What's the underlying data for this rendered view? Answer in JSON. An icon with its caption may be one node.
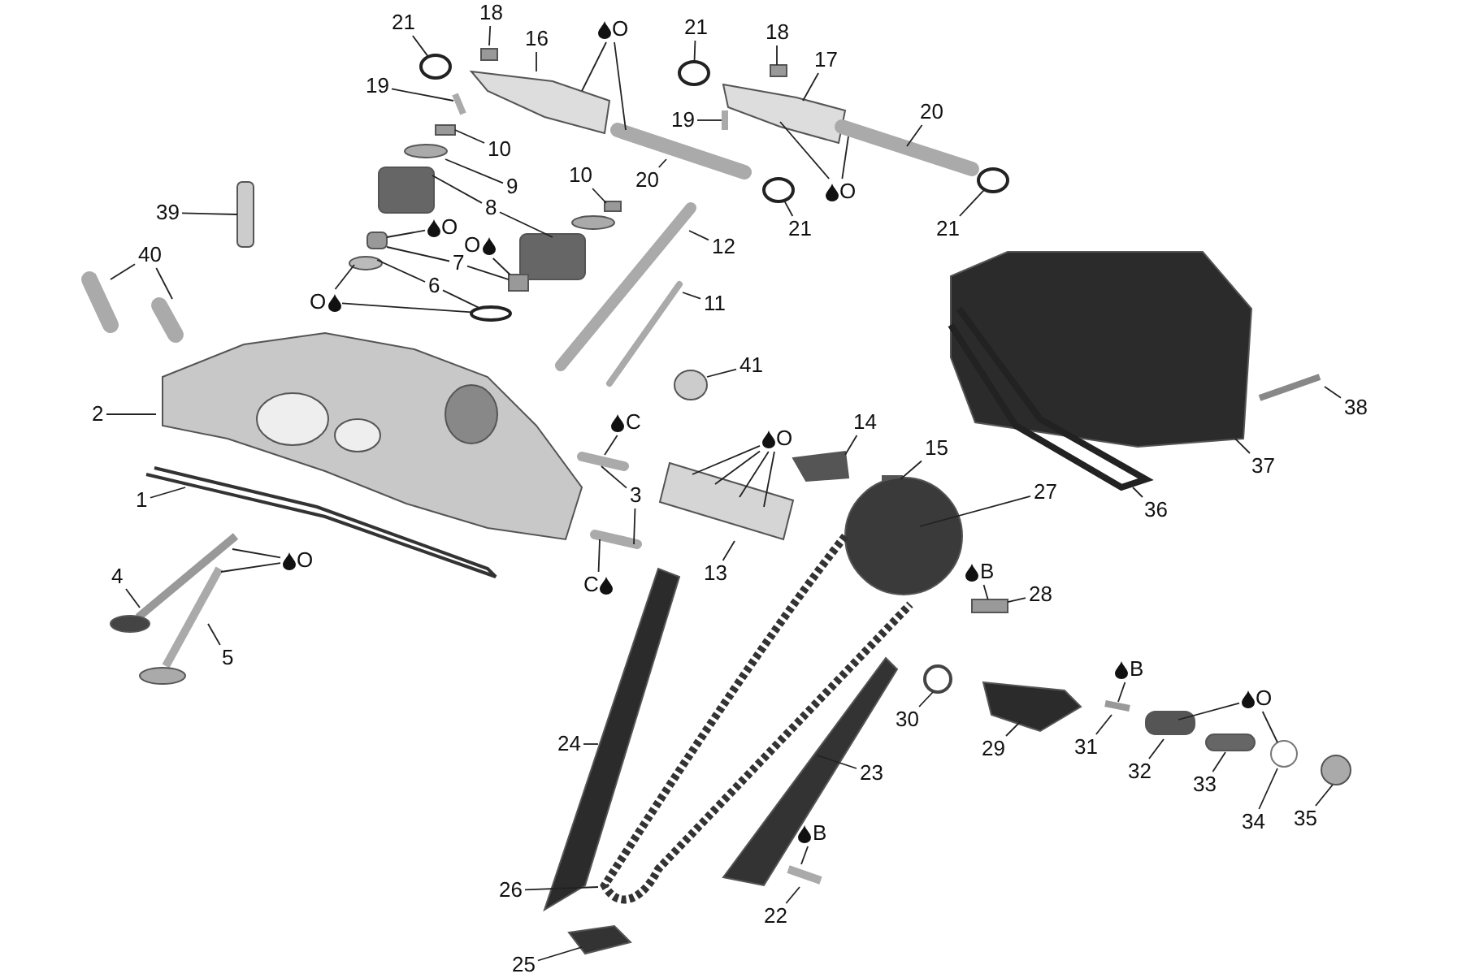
{
  "diagram": {
    "nodes": [
      {
        "text": [
          "21"
        ]
      },
      {
        "text": [
          "18"
        ]
      },
      {
        "text": [
          "16"
        ]
      },
      {
        "text": [
          "O"
        ]
      },
      {
        "text": [
          "21"
        ]
      },
      {
        "text": [
          "18"
        ]
      },
      {
        "text": [
          "17"
        ]
      },
      {
        "text": [
          "19"
        ]
      },
      {
        "text": [
          "19"
        ]
      },
      {
        "text": [
          "20"
        ]
      },
      {
        "text": [
          "10"
        ]
      },
      {
        "text": [
          "9"
        ]
      },
      {
        "text": [
          "10"
        ]
      },
      {
        "text": [
          "20"
        ]
      },
      {
        "text": [
          "21"
        ]
      },
      {
        "text": [
          "21"
        ]
      },
      {
        "text": [
          "O"
        ]
      },
      {
        "text": [
          "8"
        ]
      },
      {
        "text": [
          "12"
        ]
      },
      {
        "text": [
          "O"
        ]
      },
      {
        "text": [
          "7"
        ]
      },
      {
        "text": [
          "O"
        ]
      },
      {
        "text": [
          "6"
        ]
      },
      {
        "text": [
          "O"
        ]
      },
      {
        "text": [
          "11"
        ]
      },
      {
        "text": [
          "39"
        ]
      },
      {
        "text": [
          "40"
        ]
      },
      {
        "text": [
          "41"
        ]
      },
      {
        "text": [
          "2"
        ]
      },
      {
        "text": [
          "C"
        ]
      },
      {
        "text": [
          "3"
        ]
      },
      {
        "text": [
          "C"
        ]
      },
      {
        "text": [
          "14"
        ]
      },
      {
        "text": [
          "15"
        ]
      },
      {
        "text": [
          "O"
        ]
      },
      {
        "text": [
          "13"
        ]
      },
      {
        "text": [
          "27"
        ]
      },
      {
        "text": [
          "1"
        ]
      },
      {
        "text": [
          "O"
        ]
      },
      {
        "text": [
          "4"
        ]
      },
      {
        "text": [
          "5"
        ]
      },
      {
        "text": [
          "B"
        ]
      },
      {
        "text": [
          "28"
        ]
      },
      {
        "text": [
          "B"
        ]
      },
      {
        "text": [
          "O"
        ]
      },
      {
        "text": [
          "30"
        ]
      },
      {
        "text": [
          "29"
        ]
      },
      {
        "text": [
          "31"
        ]
      },
      {
        "text": [
          "32"
        ]
      },
      {
        "text": [
          "33"
        ]
      },
      {
        "text": [
          "34"
        ]
      },
      {
        "text": [
          "35"
        ]
      },
      {
        "text": [
          "24"
        ]
      },
      {
        "text": [
          "23"
        ]
      },
      {
        "text": [
          "B"
        ]
      },
      {
        "text": [
          "22"
        ]
      },
      {
        "text": [
          "26"
        ]
      },
      {
        "text": [
          "25"
        ]
      },
      {
        "text": [
          "36"
        ]
      },
      {
        "text": [
          "37"
        ]
      },
      {
        "text": [
          "38"
        ]
      },
      {
        "text": [],
        "shape": "circle"
      },
      {
        "text": [],
        "shape": "circle"
      },
      {
        "text": [],
        "shape": "circle"
      },
      {
        "text": [],
        "shape": "circle"
      },
      {
        "text": [],
        "shape": "circle"
      },
      {
        "text": [],
        "shape": "box"
      },
      {
        "text": [],
        "shape": "box"
      }
    ],
    "edges": [
      {
        "from": 0,
        "to": 61,
        "arrow": "none"
      },
      {
        "from": 1,
        "to": null,
        "arrow": "none"
      },
      {
        "from": 2,
        "to": null,
        "arrow": "none"
      },
      {
        "from": 3,
        "to": null,
        "arrow": "none"
      },
      {
        "from": 3,
        "to": null,
        "arrow": "none"
      },
      {
        "from": 4,
        "to": 62,
        "arrow": "none"
      },
      {
        "from": 5,
        "to": null,
        "arrow": "none"
      },
      {
        "from": 6,
        "to": null,
        "arrow": "none"
      },
      {
        "from": 7,
        "to": null,
        "arrow": "none"
      },
      {
        "from": 8,
        "to": null,
        "arrow": "none"
      },
      {
        "from": 9,
        "to": null,
        "arrow": "none"
      },
      {
        "from": 10,
        "to": null,
        "arrow": "none"
      },
      {
        "from": 11,
        "to": null,
        "arrow": "none"
      },
      {
        "from": 12,
        "to": null,
        "arrow": "none"
      },
      {
        "from": 13,
        "to": null,
        "arrow": "none"
      },
      {
        "from": 14,
        "to": 63,
        "arrow": "none"
      },
      {
        "from": 15,
        "to": 64,
        "arrow": "none"
      },
      {
        "from": 16,
        "to": null,
        "arrow": "none"
      },
      {
        "from": 16,
        "to": null,
        "arrow": "none"
      },
      {
        "from": 17,
        "to": null,
        "arrow": "none"
      },
      {
        "from": 17,
        "to": null,
        "arrow": "none"
      },
      {
        "from": 18,
        "to": null,
        "arrow": "none"
      },
      {
        "from": 19,
        "to": null,
        "arrow": "none"
      },
      {
        "from": 20,
        "to": null,
        "arrow": "none"
      },
      {
        "from": 20,
        "to": 67,
        "arrow": "none"
      },
      {
        "from": 21,
        "to": 67,
        "arrow": "none"
      },
      {
        "from": 22,
        "to": null,
        "arrow": "none"
      },
      {
        "from": 22,
        "to": 65,
        "arrow": "none"
      },
      {
        "from": 23,
        "to": null,
        "arrow": "none"
      },
      {
        "from": 23,
        "to": 65,
        "arrow": "none"
      },
      {
        "from": 24,
        "to": null,
        "arrow": "none"
      },
      {
        "from": 25,
        "to": null,
        "arrow": "none"
      },
      {
        "from": 26,
        "to": null,
        "arrow": "none"
      },
      {
        "from": 26,
        "to": null,
        "arrow": "none"
      },
      {
        "from": 27,
        "to": null,
        "arrow": "none"
      },
      {
        "from": 28,
        "to": null,
        "arrow": "none"
      },
      {
        "from": 29,
        "to": null,
        "arrow": "none"
      },
      {
        "from": 30,
        "to": null,
        "arrow": "none"
      },
      {
        "from": 30,
        "to": null,
        "arrow": "none"
      },
      {
        "from": 31,
        "to": null,
        "arrow": "none"
      },
      {
        "from": 32,
        "to": null,
        "arrow": "none"
      },
      {
        "from": 33,
        "to": null,
        "arrow": "none"
      },
      {
        "from": 34,
        "to": null,
        "arrow": "none"
      },
      {
        "from": 34,
        "to": null,
        "arrow": "none"
      },
      {
        "from": 34,
        "to": null,
        "arrow": "none"
      },
      {
        "from": 34,
        "to": null,
        "arrow": "none"
      },
      {
        "from": 35,
        "to": null,
        "arrow": "none"
      },
      {
        "from": 36,
        "to": null,
        "arrow": "none"
      },
      {
        "from": 37,
        "to": null,
        "arrow": "none"
      },
      {
        "from": 38,
        "to": null,
        "arrow": "none"
      },
      {
        "from": 38,
        "to": null,
        "arrow": "none"
      },
      {
        "from": 39,
        "to": null,
        "arrow": "none"
      },
      {
        "from": 40,
        "to": null,
        "arrow": "none"
      },
      {
        "from": 41,
        "to": 66,
        "arrow": "none"
      },
      {
        "from": 42,
        "to": 66,
        "arrow": "none"
      },
      {
        "from": 43,
        "to": null,
        "arrow": "none"
      },
      {
        "from": 44,
        "to": null,
        "arrow": "none"
      },
      {
        "from": 44,
        "to": null,
        "arrow": "none"
      },
      {
        "from": 45,
        "to": null,
        "arrow": "none"
      },
      {
        "from": 46,
        "to": null,
        "arrow": "none"
      },
      {
        "from": 47,
        "to": null,
        "arrow": "none"
      },
      {
        "from": 48,
        "to": null,
        "arrow": "none"
      },
      {
        "from": 49,
        "to": null,
        "arrow": "none"
      },
      {
        "from": 50,
        "to": null,
        "arrow": "none"
      },
      {
        "from": 51,
        "to": null,
        "arrow": "none"
      },
      {
        "from": 52,
        "to": null,
        "arrow": "none"
      },
      {
        "from": 53,
        "to": null,
        "arrow": "none"
      },
      {
        "from": 54,
        "to": null,
        "arrow": "none"
      },
      {
        "from": 55,
        "to": null,
        "arrow": "none"
      },
      {
        "from": 56,
        "to": null,
        "arrow": "none"
      },
      {
        "from": 57,
        "to": null,
        "arrow": "none"
      },
      {
        "from": 58,
        "to": null,
        "arrow": "none"
      },
      {
        "from": 59,
        "to": null,
        "arrow": "none"
      },
      {
        "from": 60,
        "to": null,
        "arrow": "none"
      }
    ]
  }
}
